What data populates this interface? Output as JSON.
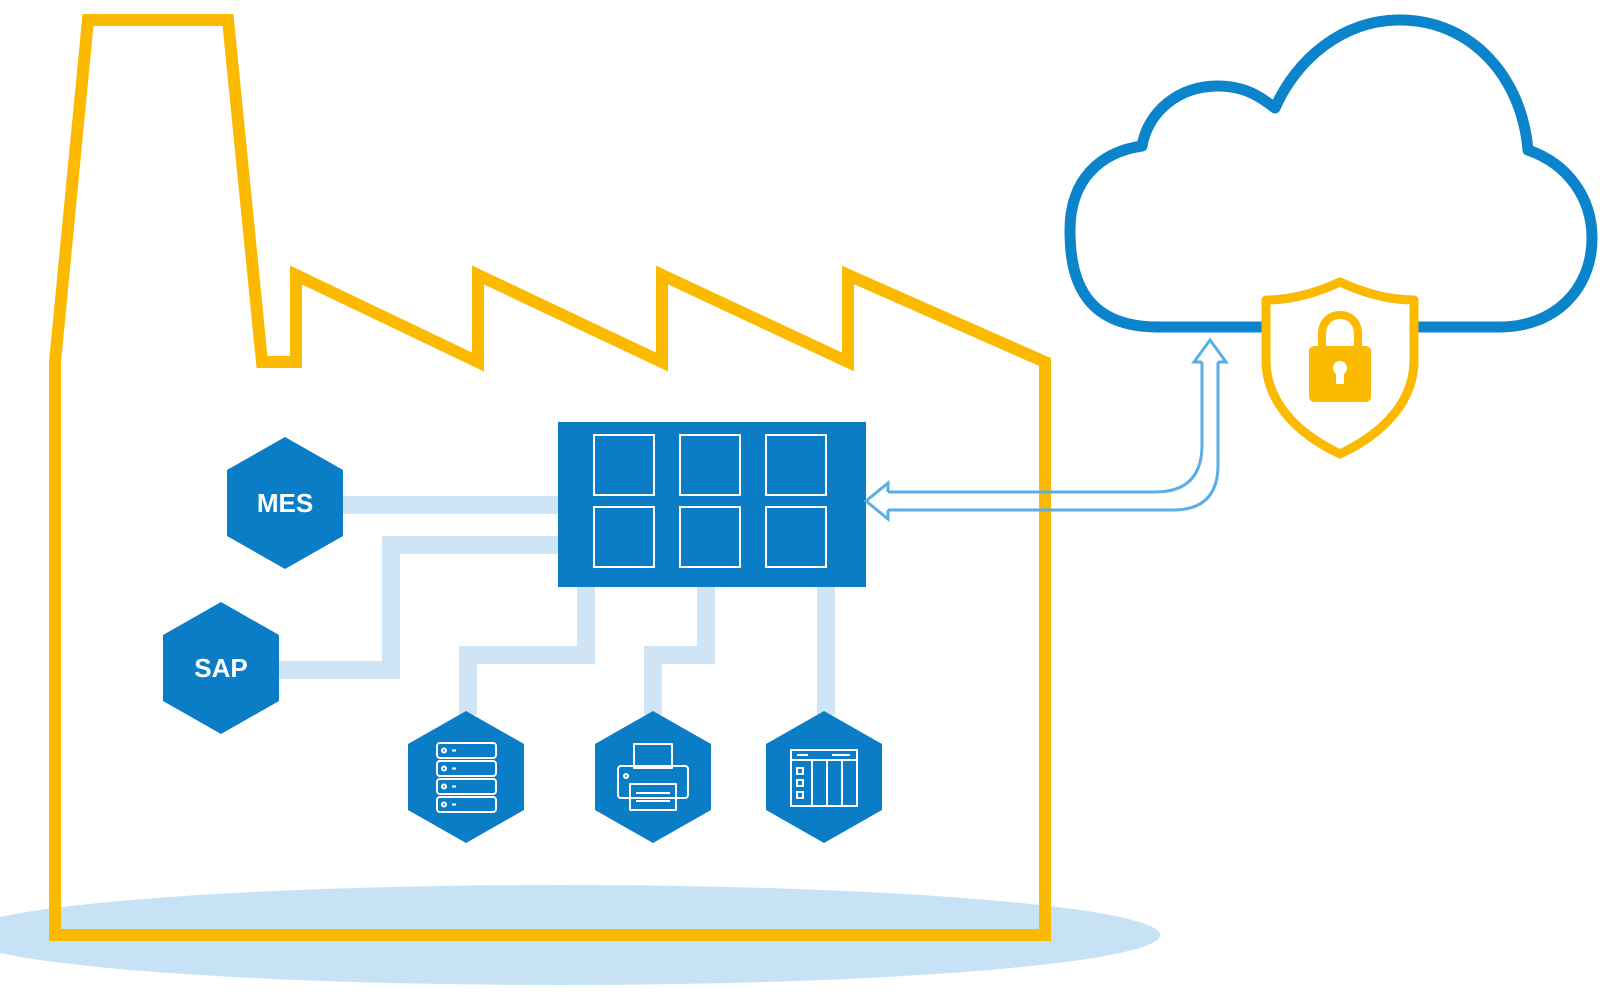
{
  "nodes": {
    "mes": {
      "label": "MES"
    },
    "sap": {
      "label": "SAP"
    },
    "server": {
      "icon": "server-rack-icon"
    },
    "printer": {
      "icon": "printer-icon"
    },
    "controller": {
      "icon": "plc-controller-icon"
    }
  },
  "hub": {
    "icon": "control-panel-grid-icon",
    "cells": 6
  },
  "cloud": {
    "icon": "cloud-icon"
  },
  "security": {
    "icon": "shield-lock-icon"
  },
  "colors": {
    "factory_outline": "#FBBA00",
    "brand_blue": "#0B7DC6",
    "cloud_outline": "#0B84CC",
    "connector_light": "#CFE5F5",
    "arrow_blue": "#5AAEE6",
    "ground_shadow": "#C6E2F4",
    "shield_outline": "#FBBA00"
  }
}
